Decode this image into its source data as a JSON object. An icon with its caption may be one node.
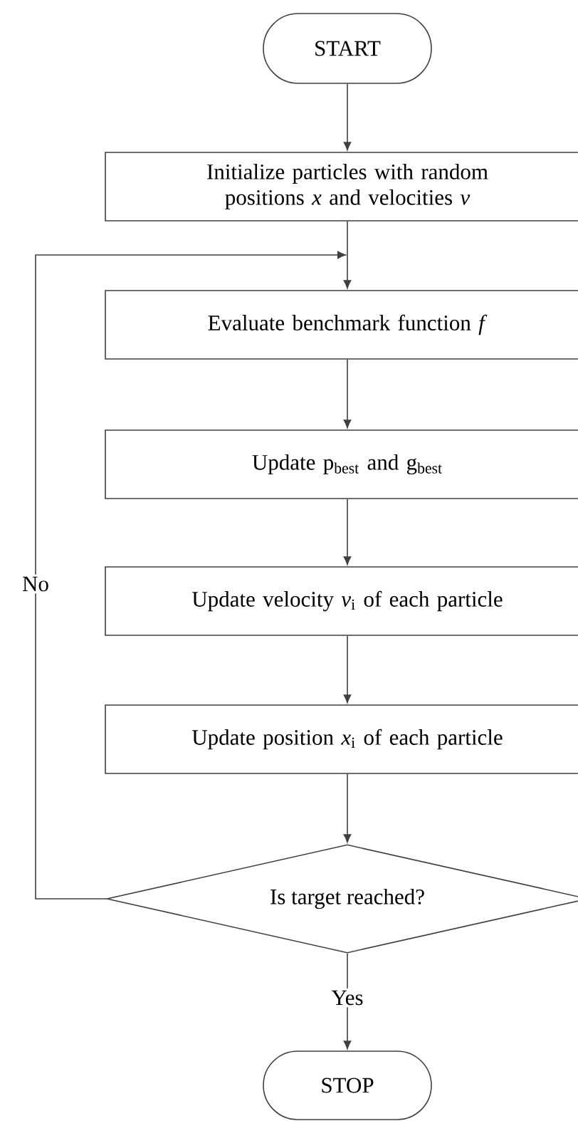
{
  "diagram": {
    "nodes": [
      {
        "text": [
          "START"
        ]
      },
      {
        "text": [
          "Initialize particles with random positions *x* and velocities *v*"
        ]
      },
      {
        "text": [
          "Evaluate benchmark function *f*"
        ]
      },
      {
        "text": [
          "Update p$_{best}$ and g$_{best}$"
        ]
      },
      {
        "text": [
          "Update velocity *v*$_{i}$ of each particle"
        ]
      },
      {
        "text": [
          "Update position *x*$_{i}$ of each particle"
        ]
      },
      {
        "text": [
          "Is target reached?"
        ]
      },
      {
        "text": [
          "STOP"
        ]
      }
    ],
    "edges": [
      {
        "from": 0,
        "to": 1,
        "arrow": "to"
      },
      {
        "from": 1,
        "to": 2,
        "arrow": "to"
      },
      {
        "from": 2,
        "to": 3,
        "arrow": "to"
      },
      {
        "from": 3,
        "to": 4,
        "arrow": "to"
      },
      {
        "from": 4,
        "to": 5,
        "arrow": "to"
      },
      {
        "from": 5,
        "to": 6,
        "arrow": "to"
      },
      {
        "from": 6,
        "to": 2,
        "arrow": "to",
        "label": "No"
      },
      {
        "from": 6,
        "to": 7,
        "arrow": "to",
        "label": "Yes"
      }
    ]
  }
}
